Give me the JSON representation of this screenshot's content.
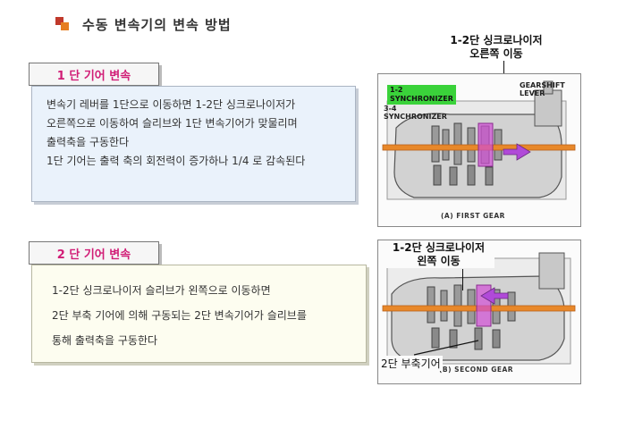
{
  "header": {
    "title": "수동  변속기의  변속 방법"
  },
  "section1": {
    "label": "1 단 기어 변속",
    "lines": [
      "변속기 레버를 1단으로 이동하면 1-2단 싱크로나이저가",
      "오른쪽으로 이동하여 슬리브와 1단 변속기어가 맞물리며",
      "출력축을 구동한다",
      "1단 기어는 출력 축의 회전력이 증가하나 1/4 로 감속된다"
    ]
  },
  "section2": {
    "label": "2 단 기어 변속",
    "lines": [
      "1-2단 싱크로나이저 슬리브가 왼쪽으로 이동하면",
      "2단 부축 기어에 의해 구동되는 2단 변속기어가 슬리브를",
      "통해 출력축을 구동한다"
    ]
  },
  "figure1": {
    "caption_line1": "1-2단 싱크로나이저",
    "caption_line2": "오른쪽 이동",
    "synchronizer_12": "1-2",
    "synchronizer_12_word": "SYNCHRONIZER",
    "synchronizer_34": "3-4",
    "synchronizer_34_word": "SYNCHRONIZER",
    "gearshift": "GEARSHIFT",
    "lever": "LEVER",
    "gear_caption": "(A)   FIRST GEAR"
  },
  "figure2": {
    "caption_line1": "1-2단 싱크로나이저",
    "caption_line2": "왼쪽 이동",
    "counter_gear_label": "2단 부축기어",
    "gear_caption": "(B)   SECOND GEAR"
  },
  "colors": {
    "title_bullet_red": "#c0392b",
    "title_bullet_orange": "#e67e22",
    "label_text": "#d11d76",
    "highlight_green": "#3ad23a",
    "arrow_purple": "#b04ad8",
    "shaft_orange": "#e8882a"
  }
}
